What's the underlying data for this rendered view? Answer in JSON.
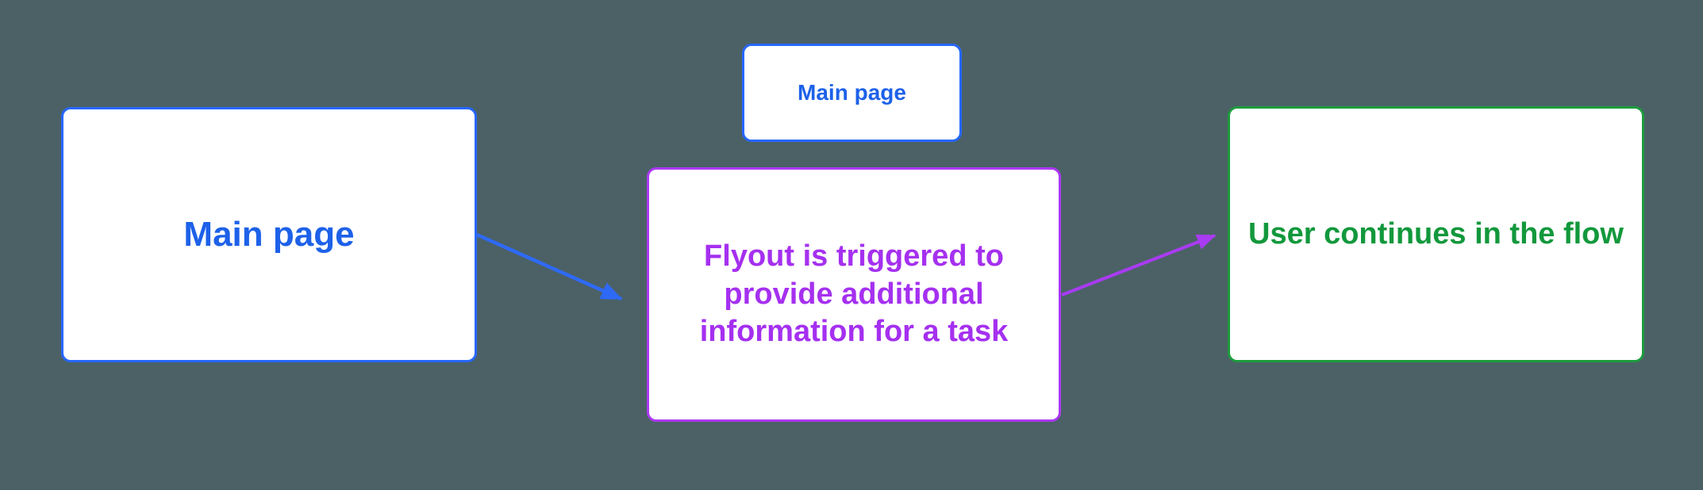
{
  "colors": {
    "canvas_bg": "#4B6166",
    "node_fill": "#FFFFFF",
    "blue_text": "#1D61E9",
    "blue_border": "#2667FF",
    "blue_arrow": "#2E6AF6",
    "purple_text": "#A530F0",
    "purple_border": "#AC38F5",
    "purple_arrow": "#A93BF2",
    "green_text": "#12983C",
    "green_border": "#1C9C3C"
  },
  "nodes": {
    "main_page": {
      "label": "Main page"
    },
    "main_page_small": {
      "label": "Main page"
    },
    "flyout": {
      "label": "Flyout is triggered to\nprovide additional\ninformation for a task"
    },
    "user_continues": {
      "label": "User continues in the flow"
    }
  }
}
